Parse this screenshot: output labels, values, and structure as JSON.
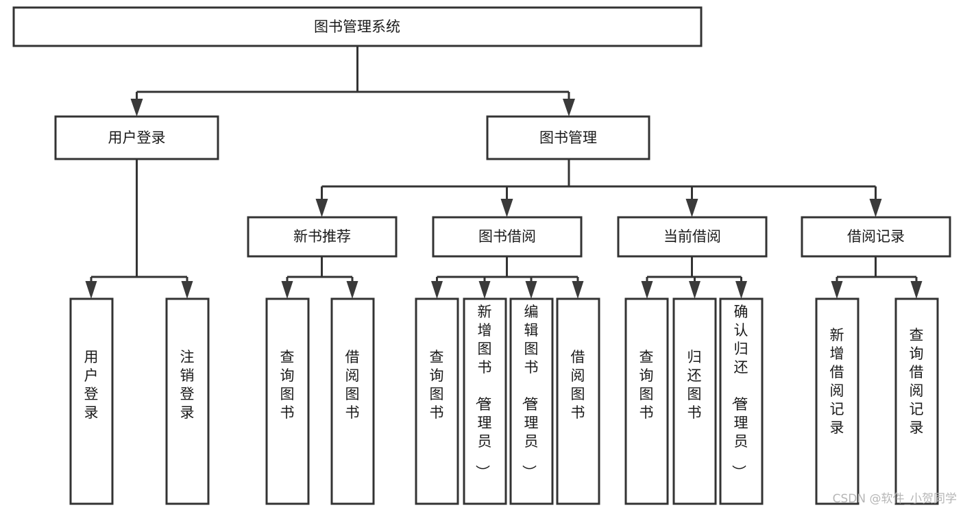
{
  "diagram": {
    "title_node": {
      "label": "图书管理系统"
    },
    "level2": [
      {
        "id": "user-login",
        "label": "用户登录"
      },
      {
        "id": "book-management",
        "label": "图书管理"
      }
    ],
    "level3": [
      {
        "id": "new-book-recommend",
        "label": "新书推荐"
      },
      {
        "id": "book-borrow",
        "label": "图书借阅"
      },
      {
        "id": "current-borrow",
        "label": "当前借阅"
      },
      {
        "id": "borrow-record",
        "label": "借阅记录"
      }
    ],
    "leaves": {
      "user_login": [
        {
          "id": "leaf-user-login",
          "label": "用户登录"
        },
        {
          "id": "leaf-logout-login",
          "label": "注销登录"
        }
      ],
      "new_book_recommend": [
        {
          "id": "leaf-query-book-1",
          "label": "查询图书"
        },
        {
          "id": "leaf-borrow-book-1",
          "label": "借阅图书"
        }
      ],
      "book_borrow": [
        {
          "id": "leaf-query-book-2",
          "label": "查询图书"
        },
        {
          "id": "leaf-add-book-admin",
          "label": "新增图书（管理员）"
        },
        {
          "id": "leaf-edit-book-admin",
          "label": "编辑图书（管理员）"
        },
        {
          "id": "leaf-borrow-book-2",
          "label": "借阅图书"
        }
      ],
      "current_borrow": [
        {
          "id": "leaf-query-book-3",
          "label": "查询图书"
        },
        {
          "id": "leaf-return-book",
          "label": "归还图书"
        },
        {
          "id": "leaf-confirm-return-admin",
          "label": "确认归还（管理员）"
        }
      ],
      "borrow_record": [
        {
          "id": "leaf-add-borrow-record",
          "label": "新增借阅记录"
        },
        {
          "id": "leaf-query-borrow-record",
          "label": "查询借阅记录"
        }
      ]
    },
    "watermark": {
      "text": "CSDN @软件_小贺同学"
    },
    "colors": {
      "box_stroke": "#333333",
      "box_fill": "#ffffff",
      "text": "#1a1a1a",
      "arrow": "#3a3a3a",
      "watermark": "#b6b6b6",
      "background": "#ffffff"
    }
  }
}
